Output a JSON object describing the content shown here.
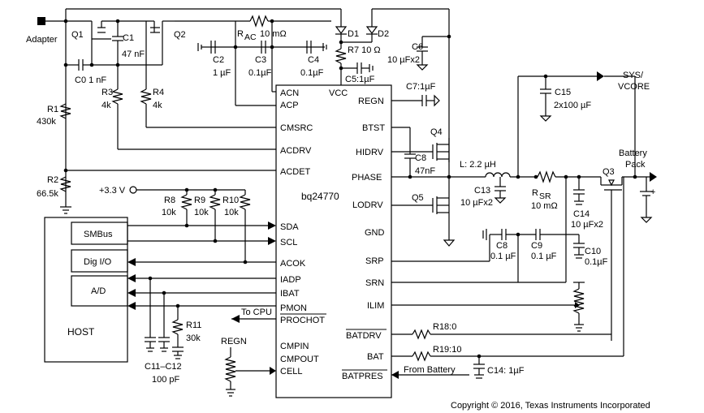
{
  "ic": {
    "name": "bq24770",
    "pins_left": [
      "ACN",
      "ACP",
      "CMSRC",
      "ACDRV",
      "ACDET",
      "SDA",
      "SCL",
      "ACOK",
      "IADP",
      "IBAT",
      "PMON",
      "PROCHOT",
      "CMPIN",
      "CMPOUT",
      "CELL"
    ],
    "pins_right": [
      "VCC",
      "REGN",
      "BTST",
      "HIDRV",
      "PHASE",
      "LODRV",
      "GND",
      "SRP",
      "SRN",
      "ILIM",
      "BATDRV",
      "BAT",
      "BATPRES"
    ]
  },
  "host": {
    "title": "HOST",
    "blocks": [
      "SMBus",
      "Dig I/O",
      "A/D"
    ]
  },
  "labels": {
    "adapter": "Adapter",
    "q1": "Q1",
    "q2": "Q2",
    "q3": "Q3",
    "q4": "Q4",
    "q5": "Q5",
    "c1": "C1",
    "c1_val": "47 nF",
    "c0": "C0 1 nF",
    "r1": "R1",
    "r1_val": "430k",
    "r2": "R2",
    "r2_val": "66.5k",
    "r3": "R3",
    "r3_val": "4k",
    "r4": "R4",
    "r4_val": "4k",
    "rac": "R",
    "rac_sub": "AC",
    "rac_val": "10 mΩ",
    "c2": "C2",
    "c2_val": "1 µF",
    "c3": "C3",
    "c3_val": "0.1µF",
    "c4": "C4",
    "c4_val": "0.1µF",
    "d1": "D1",
    "d2": "D2",
    "c6": "C6",
    "c6_val": "10 µFx2",
    "r7": "R7  10 Ω",
    "c5": "C5:1µF",
    "c7": "C7:1µF",
    "c8": "C8",
    "c8_val": "47nF",
    "inductor": "L: 2.2 µH",
    "c13": "C13",
    "c13_val": "10 µFx2",
    "c15": "C15",
    "c15_val": "2x100 µF",
    "sys": "SYS/",
    "vcore": "VCORE",
    "battery": "Battery",
    "pack": "Pack",
    "rsr": "R",
    "rsr_sub": "SR",
    "rsr_val": "10 mΩ",
    "c14": "C14",
    "c14_val": "10 µFx2",
    "c8b": "C8",
    "c8b_val": "0.1 µF",
    "c9": "C9",
    "c9_val": "0.1 µF",
    "c10": "C10",
    "c10_val": "0.1µF",
    "v33": "+3.3 V",
    "r8": "R8",
    "r8_val": "10k",
    "r9": "R9",
    "r9_val": "10k",
    "r10": "R10",
    "r10_val": "10k",
    "r11": "R11",
    "r11_val": "30k",
    "c11": "C11–C12",
    "c11_val": "100 pF",
    "to_cpu": "To CPU",
    "regn": "REGN",
    "r18": "R18:0",
    "r19": "R19:10",
    "c14b": "C14: 1µF",
    "from_battery": "From Battery",
    "plus": "+",
    "copyright": "Copyright © 2016, Texas Instruments Incorporated"
  }
}
